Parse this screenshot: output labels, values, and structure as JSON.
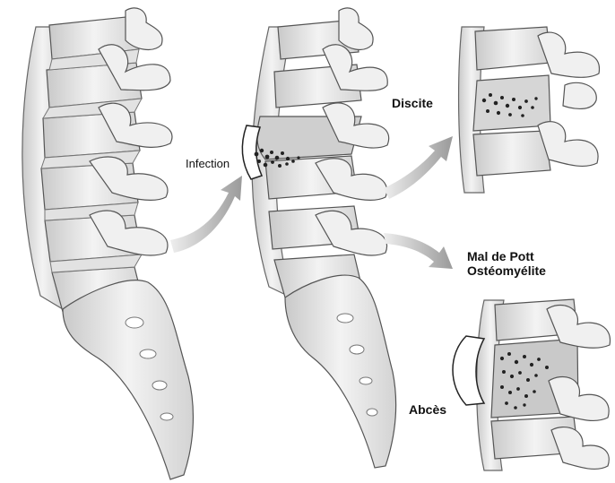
{
  "labels": {
    "infection": "Infection",
    "discite": "Discite",
    "mal_de_pott": "Mal de Pott",
    "osteomyelite": "Ostéomyélite",
    "abces": "Abcès"
  }
}
